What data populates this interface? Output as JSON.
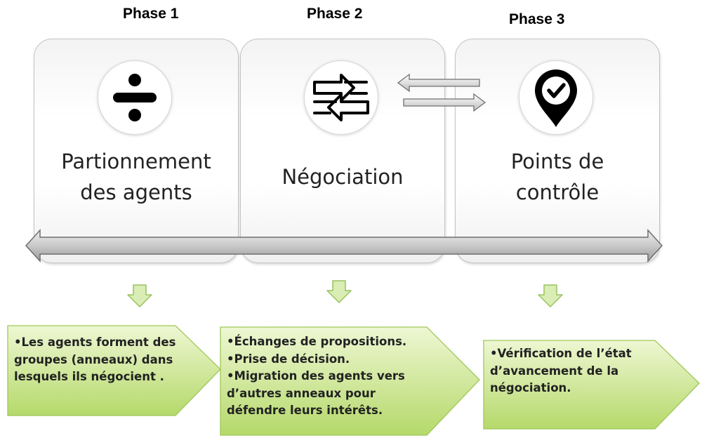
{
  "phases": [
    {
      "title": "Phase 1",
      "icon": "divide-icon",
      "label_lines": [
        "Partionnement",
        "des agents"
      ],
      "details": [
        "•Les agents forment des",
        "groupes (anneaux) dans",
        "lesquels ils négocient ."
      ]
    },
    {
      "title": "Phase 2",
      "icon": "exchange-arrows-icon",
      "label_lines": [
        "Négociation"
      ],
      "details": [
        "•Échanges de propositions.",
        "•Prise de décision.",
        "•Migration des agents vers",
        "d’autres anneaux pour",
        "défendre leurs intérêts."
      ]
    },
    {
      "title": "Phase 3",
      "icon": "checkpoint-pin-icon",
      "label_lines": [
        "Points de",
        "contrôle"
      ],
      "details": [
        "•Vérification de l’état",
        "d’avancement de la",
        "négociation."
      ]
    }
  ],
  "colors": {
    "callout_fill_top": "#eaf5c8",
    "callout_fill_bottom": "#b9dc6c",
    "callout_stroke": "#9fc75a",
    "down_arrow_fill": "#d6eab0",
    "down_arrow_stroke": "#98c160",
    "timeline_fill": "#c8c8c8",
    "timeline_stroke": "#7a7a7a"
  }
}
